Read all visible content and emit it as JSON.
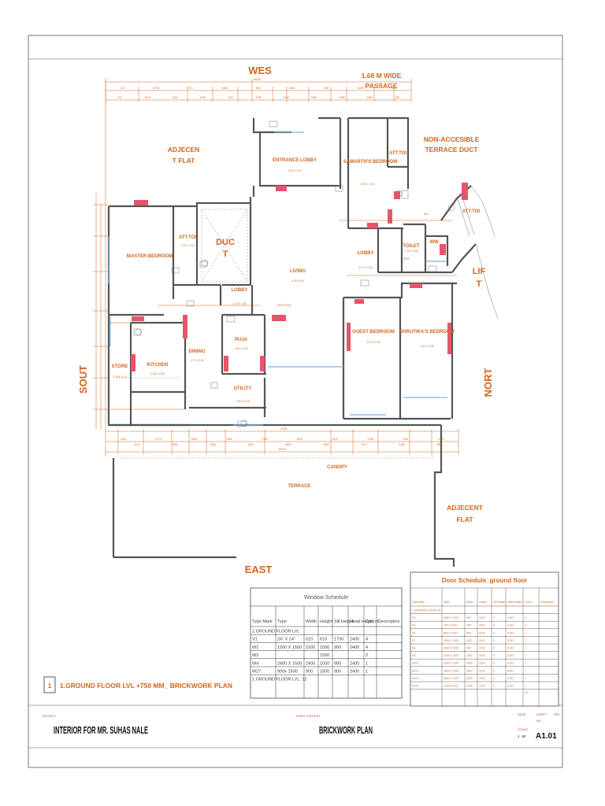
{
  "compass": {
    "west": "WES",
    "east": "EAST",
    "south": "SOUT",
    "north": "NORT"
  },
  "labels": {
    "passage_1": "1.68 M WIDE",
    "passage_2": "PASSAGE",
    "adjacent_flat_1": "ADJECEN",
    "adjacent_flat_2": "T FLAT",
    "non_accessible_1": "NON-ACCESIBLE",
    "non_accessible_2": "TERRACE DUCT",
    "lift_1": "LIF",
    "lift_2": "T",
    "duct_1": "DUC",
    "duct_2": "T",
    "canopy": "CANOPY",
    "terrace": "TERRACE",
    "adjacent_flat_b1": "ADJECENT",
    "adjacent_flat_b2": "FLAT",
    "partition": "PARTITION"
  },
  "rooms": [
    {
      "name": "ENTRANCE LOBBY",
      "size": "1.60 X 3.23"
    },
    {
      "name": "SAMARTH'S BEDROOM",
      "size": "3.56 X 2.44"
    },
    {
      "name": "ATT.TOI",
      "size": ""
    },
    {
      "name": "MASTER BEDROOM",
      "size": ""
    },
    {
      "name": "ATT.TOI",
      "size": "1.25 X 1.53"
    },
    {
      "name": "LIVING",
      "size": "6.20 X 6.9"
    },
    {
      "name": "LOBBY",
      "size": "2.07 X 3.25"
    },
    {
      "name": "TOILET",
      "size": "1.25 X 0.90"
    },
    {
      "name": "WW",
      "size": ""
    },
    {
      "name": "ATT.TOI",
      "size": ""
    },
    {
      "name": "LOBBY",
      "size": "1.20 X 1.65"
    },
    {
      "name": "PUJA",
      "size": "1.60 X 2.04"
    },
    {
      "name": "DINING",
      "size": "4.72 X 3.49"
    },
    {
      "name": "KITCHEN",
      "size": "2.38 X 3.38"
    },
    {
      "name": "STORE",
      "size": "2.38 X 1.74"
    },
    {
      "name": "UTILITY",
      "size": "1.40 X 2.49"
    },
    {
      "name": "GUEST BEDROOM",
      "size": "3.54 X 3.49"
    },
    {
      "name": "SHRUTIKA'S BEDROOM",
      "size": "4.42 X 3.55"
    },
    {
      "name": "SINK",
      "size": ""
    },
    {
      "name": "WD",
      "size": ""
    }
  ],
  "dims": {
    "top_total": "16340",
    "bottom_total": "15976",
    "bottom_total_2": "9208",
    "top_row": [
      "115",
      "6718",
      "573",
      "2466",
      "553",
      "2402",
      "350",
      "2445",
      "150"
    ],
    "top_row2": [
      "115",
      "3878",
      "1124",
      "2030",
      "1210",
      "2030",
      "1124",
      "2440",
      "1388",
      "1050",
      "150"
    ],
    "bottom_row": [
      "1148",
      "2270",
      "1500",
      "1560",
      "1780",
      "8230",
      "1873",
      "2160",
      "2300",
      "1660"
    ],
    "bottom_row2": [
      "2210",
      "1500",
      "1560",
      "1520",
      "3000",
      "3000",
      "1973",
      "2180",
      "2500"
    ]
  },
  "window_schedule": {
    "title": "Window Schedule",
    "headers": [
      "Type Mark",
      "Type",
      "Width",
      "Height",
      "Sill Height",
      "Head Height",
      "Cou nt",
      "Description"
    ],
    "group": "1.GROUND FLOOR LVL",
    "rows": [
      [
        "V1",
        "24\" X 24\"",
        "610",
        "610",
        "1790",
        "2400",
        "4",
        ""
      ],
      [
        "W1",
        "1500 X 1500",
        "1500",
        "1500",
        "900",
        "2400",
        "4",
        ""
      ],
      [
        "W3",
        "",
        "",
        "1500",
        "",
        "",
        "2",
        ""
      ],
      [
        "W4",
        "2400 X 1500",
        "2400",
        "1500",
        "900",
        "2400",
        "1",
        ""
      ],
      [
        "W27",
        "900x 1500",
        "900",
        "1500",
        "900",
        "2400",
        "1",
        ""
      ]
    ],
    "footer": "1.GROUND FLOOR LVL: 12"
  },
  "door_schedule": {
    "title": "Door Schedule_ground floor",
    "headers": [
      "Type Mark",
      "Type",
      "Width",
      "Height",
      "Sill Height",
      "Head Height",
      "Count",
      "Description"
    ],
    "group": "1.GROUND FLOOR LVL",
    "rows": [
      [
        "D2",
        "9000 X 2100",
        "900",
        "2100",
        "0",
        "2100",
        "4",
        ""
      ],
      [
        "D3",
        "750 X 2100",
        "750",
        "2100",
        "0",
        "2100",
        "3",
        ""
      ],
      [
        "D4",
        "800 X 2100",
        "800",
        "2100",
        "0",
        "2100",
        "1",
        ""
      ],
      [
        "D7",
        "1200 X 2100",
        "1200",
        "2100",
        "0",
        "2100",
        "1",
        ""
      ],
      [
        "D8",
        "9000 X 2100",
        "900",
        "2100",
        "0",
        "2100",
        "1",
        ""
      ],
      [
        "D9",
        "1200 X 2100",
        "1200",
        "2100",
        "0",
        "2100",
        "1",
        ""
      ],
      [
        "SLD1",
        "2400 X 2100",
        "2400",
        "2100",
        "0",
        "2100",
        "1",
        ""
      ],
      [
        "SLD2",
        "1800 X 2100",
        "1800",
        "2100",
        "0",
        "2100",
        "1",
        ""
      ],
      [
        "SLD3",
        "3000 X 2100",
        "3000",
        "2100",
        "0",
        "2100",
        "1",
        ""
      ],
      [
        "SLD4",
        "1200x 2100",
        "1200",
        "2100",
        "0",
        "2100",
        "1",
        ""
      ]
    ],
    "footer": "15"
  },
  "view_title": {
    "number": "1",
    "text": "1.GROUND FLOOR LVL +750 MM_ BRICKWORK PLAN"
  },
  "title_block": {
    "project_label": "PROJECT",
    "project": "INTERIOR FOR MR. SUHAS NALE",
    "content_label": "SHEET CONTENT",
    "content": "BRICKWORK PLAN",
    "date_label": "DATE",
    "date_value": "-",
    "sheet_label": "SHEET",
    "sheet_value": "NO.",
    "rev_label": "REV",
    "scale_label": "SCALE",
    "scale_value": "1 : 60",
    "sheet_no": "A1.01"
  },
  "colors": {
    "dimension": "#d4651e",
    "wall": "#555555",
    "column": "#e8546a",
    "glazing": "#7fb3d8"
  }
}
